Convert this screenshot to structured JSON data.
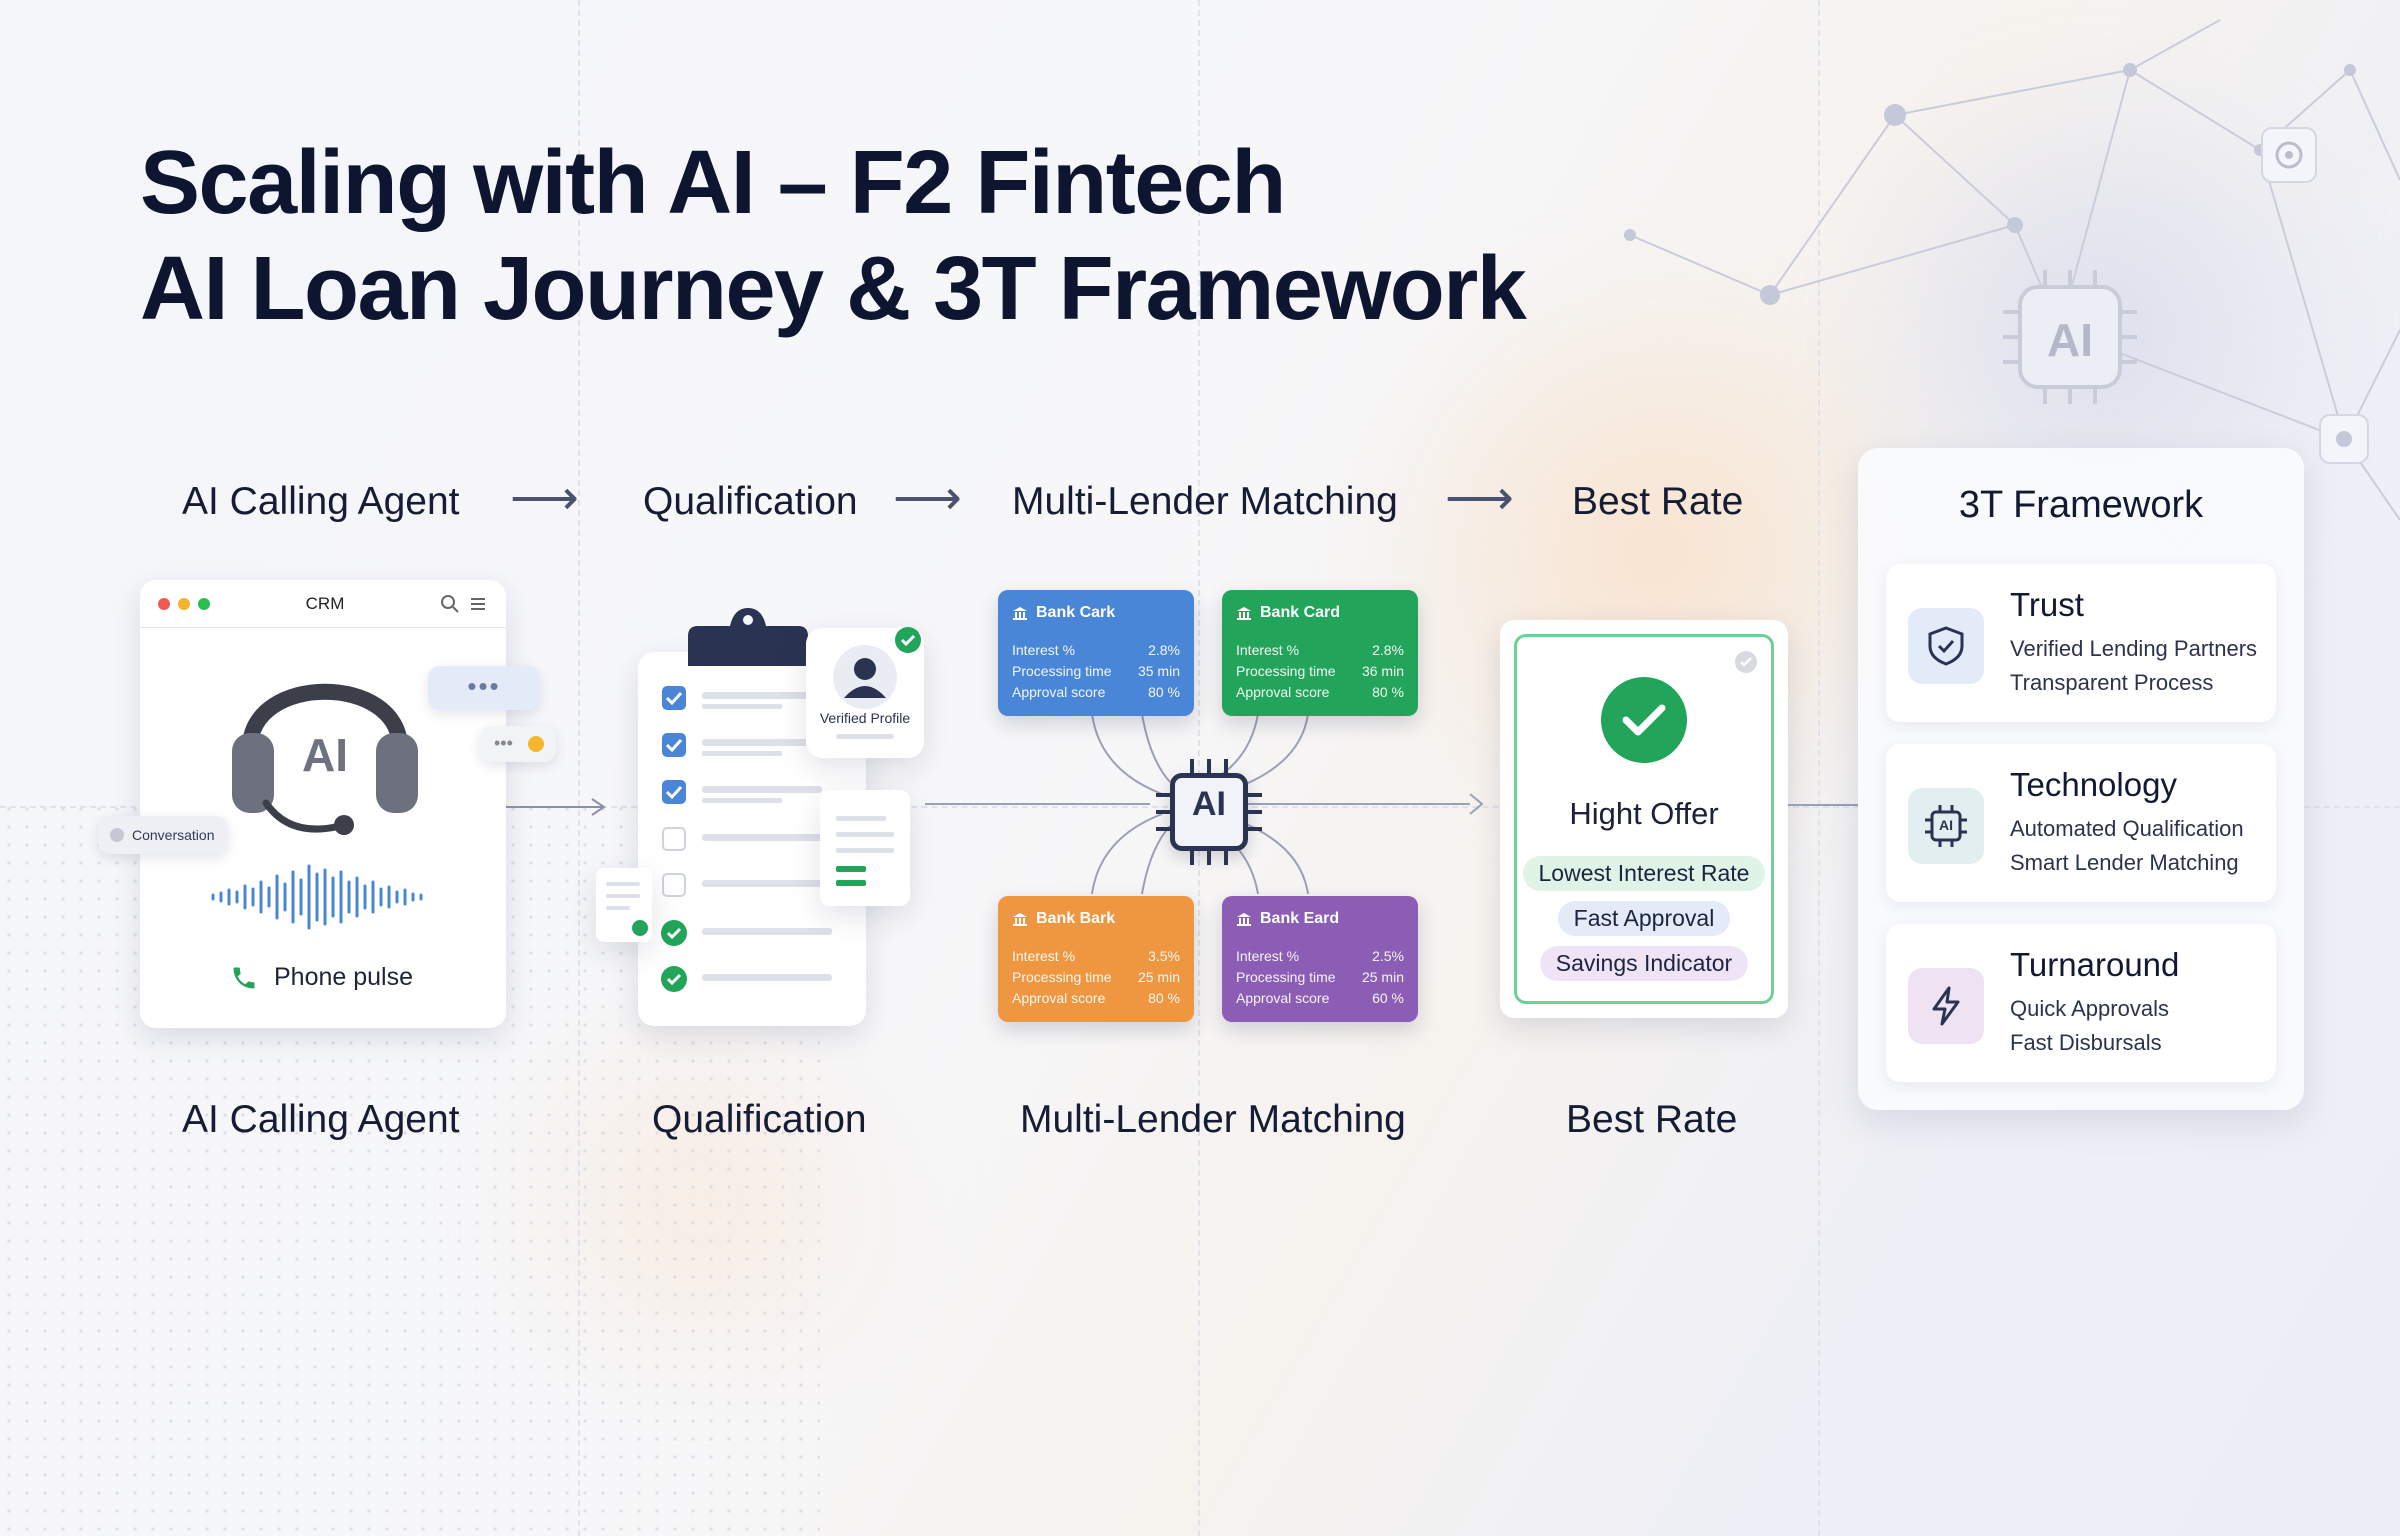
{
  "title": {
    "line1": "Scaling with AI – F2 Fintech",
    "line2": "AI Loan Journey & 3T Framework"
  },
  "top_steps": [
    "AI Calling Agent",
    "Qualification",
    "Multi-Lender Matching",
    "Best Rate"
  ],
  "bottom_steps": [
    "AI Calling Agent",
    "Qualification",
    "Multi-Lender Matching",
    "Best Rate"
  ],
  "crm": {
    "title": "CRM",
    "headset_label": "AI",
    "conversation_chip": "Conversation",
    "dots_chip": "•••",
    "typing_chip": "•••",
    "phone_label": "Phone pulse"
  },
  "qualification": {
    "verified_label": "Verified Profile"
  },
  "matching": {
    "hub_label": "AI",
    "banks": [
      {
        "name": "Bank Cark",
        "color": "#4a86d8",
        "interest_label": "Interest %",
        "interest": "2.8%",
        "time_label": "Processing time",
        "time": "35 min",
        "score_label": "Approval score",
        "score": "80 %"
      },
      {
        "name": "Bank Card",
        "color": "#22a55a",
        "interest_label": "Interest %",
        "interest": "2.8%",
        "time_label": "Processing time",
        "time": "36 min",
        "score_label": "Approval score",
        "score": "80 %"
      },
      {
        "name": "Bank Bark",
        "color": "#ef9640",
        "interest_label": "Interest %",
        "interest": "3.5%",
        "time_label": "Processing time",
        "time": "25 min",
        "score_label": "Approval score",
        "score": "80 %"
      },
      {
        "name": "Bank Eard",
        "color": "#8c5db4",
        "interest_label": "Interest %",
        "interest": "2.5%",
        "time_label": "Processing time",
        "time": "25 min",
        "score_label": "Approval score",
        "score": "60 %"
      }
    ]
  },
  "best_rate": {
    "offer": "Hight Offer",
    "pills": [
      "Lowest Interest Rate",
      "Fast Approval",
      "Savings Indicator"
    ]
  },
  "framework": {
    "title": "3T Framework",
    "network_chip_label": "AI",
    "items": [
      {
        "name": "Trust",
        "lines": [
          "Verified Lending Partners",
          "Transparent Process"
        ]
      },
      {
        "name": "Technology",
        "icon_label": "AI",
        "lines": [
          "Automated Qualification",
          "Smart Lender Matching"
        ]
      },
      {
        "name": "Turnaround",
        "lines": [
          "Quick Approvals",
          "Fast Disbursals"
        ]
      }
    ]
  },
  "colors": {
    "title": "#0d1530",
    "green": "#22a55a",
    "blue": "#4a86d8",
    "orange": "#ef9640",
    "purple": "#8c5db4"
  }
}
